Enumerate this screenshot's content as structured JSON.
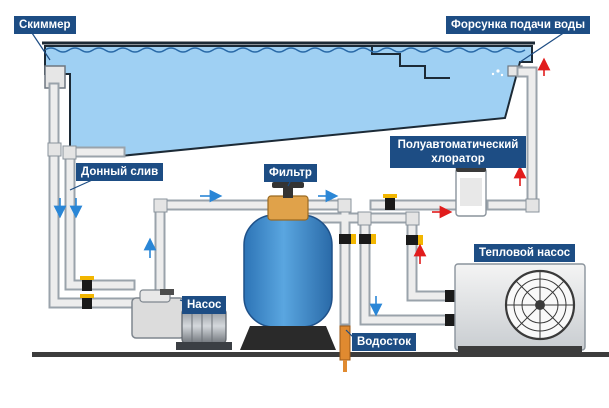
{
  "colors": {
    "water": "#9fd0f3",
    "water_deep": "#7dbde9",
    "pipe": "#ededed",
    "pipe_edge": "#9aa3ab",
    "label_bg": "#1d4d84",
    "label_text": "#ffffff",
    "filter_tank": "#3f8fd0",
    "valve_handle": "#f2b600",
    "valve_body": "#1a1a1a",
    "fitting": "#e0a24a",
    "flow_arrow_clean": "#2a86d6",
    "flow_arrow_hot": "#e11c1c",
    "floor": "#3c3c3c",
    "drain_pipe": "#e08a30"
  },
  "icons": [
    "pump-icon",
    "motor-icon",
    "heat-pump-fan-icon",
    "valve-icon",
    "flow-arrow-icon"
  ],
  "labels": {
    "skimmer": "Скиммер",
    "nozzle": "Форсунка подачи воды",
    "main_drain": "Донный слив",
    "filter": "Фильтр",
    "chlorinator_line1": "Полуавтоматический",
    "chlorinator_line2": "хлоратор",
    "heat_pump": "Тепловой насос",
    "pump": "Насос",
    "drain": "Водосток"
  }
}
